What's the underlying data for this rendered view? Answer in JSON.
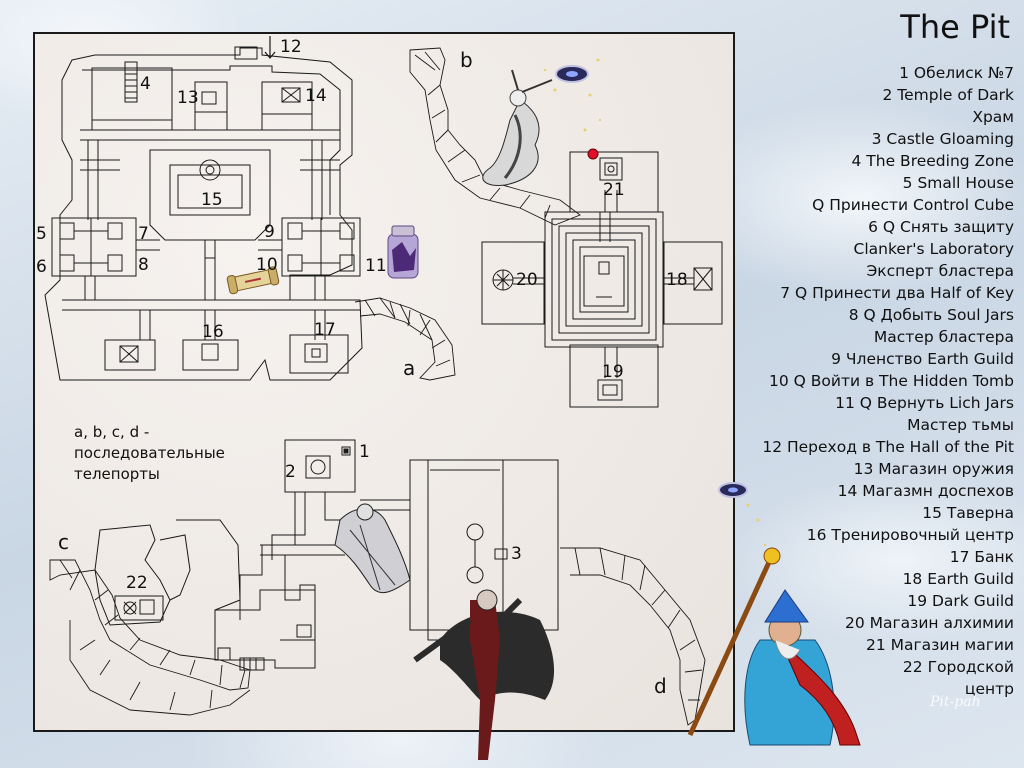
{
  "title": "The Pit",
  "legend": [
    "1 Обелиск №7",
    "2 Temple of Dark",
    "Храм",
    "3 Castle Gloaming",
    "4 The Breeding Zone",
    "5 Small House",
    "Q Принести Control Cube",
    "6 Q Снять защиту",
    "Clanker's Laboratory",
    "Эксперт бластера",
    "7 Q Принести два Half of Key",
    "8 Q Добыть Soul Jars",
    "Мастер бластера",
    "9 Членство Earth Guild",
    "10 Q Войти в The Hidden Tomb",
    "11 Q Вернуть Lich Jars",
    "Мастер тьмы",
    "12 Переход в The Hall of the Pit",
    "13 Магазин оружия",
    "14 Магазмн доспехов",
    "15 Таверна",
    "16 Тренировочный центр",
    "17 Банк",
    "18 Earth Guild",
    "19 Dark Guild",
    "20 Магазин алхимии",
    "21 Магазин магии",
    "22 Городской",
    "центр"
  ],
  "note": {
    "line1": "a, b, c, d -",
    "line2": "последовательные",
    "line3": "телепорты"
  },
  "markers": {
    "m1": "1",
    "m2": "2",
    "m3": "3",
    "m4": "4",
    "m5": "5",
    "m6": "6",
    "m7": "7",
    "m8": "8",
    "m9": "9",
    "m10": "10",
    "m11": "11",
    "m12": "12",
    "m13": "13",
    "m14": "14",
    "m15": "15",
    "m16": "16",
    "m17": "17",
    "m18": "18",
    "m19": "19",
    "m20": "20",
    "m21": "21",
    "m22": "22",
    "a": "a",
    "b": "b",
    "c": "c",
    "d": "d"
  },
  "watermark": "Pit-pah",
  "colors": {
    "ink": "#1a1a1a",
    "parchment": "#efeae6",
    "sky": "#d9e3ee",
    "marker_red": "#e0102a"
  },
  "icons": [
    "sorceress-figure",
    "wizard-figure",
    "dark-winged-figure",
    "soul-jar-icon",
    "scroll-icon",
    "magic-orb-icon"
  ]
}
